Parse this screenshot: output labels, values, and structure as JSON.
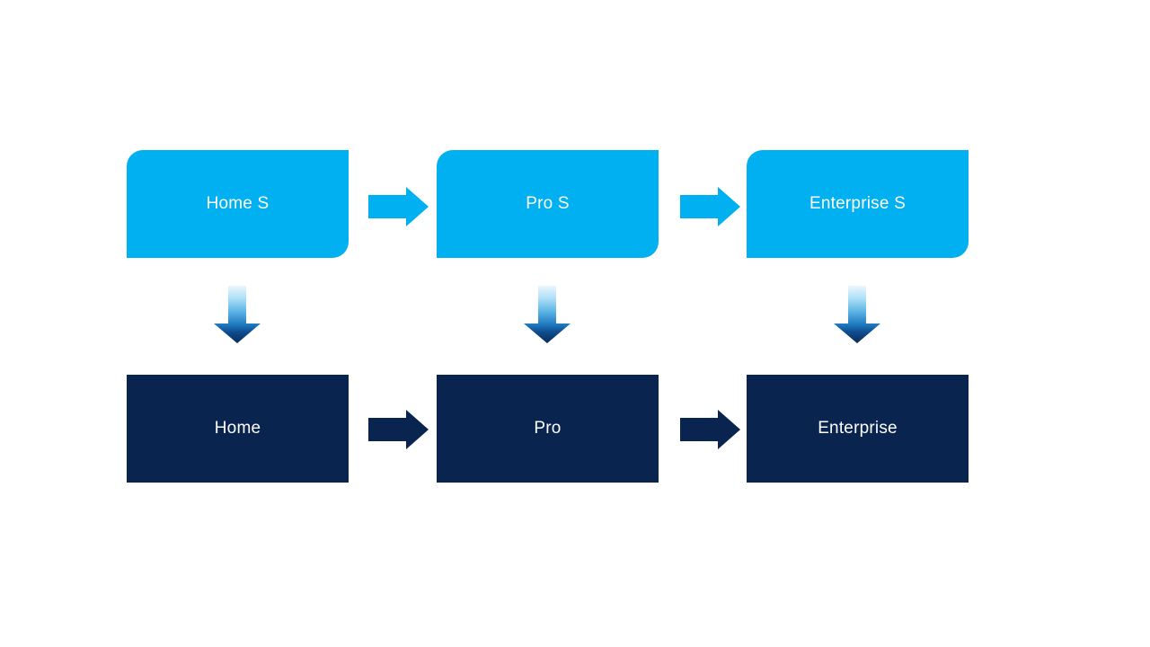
{
  "diagram": {
    "description": "Edition upgrade flow diagram with two rows of boxes connected by arrows",
    "columns": [
      {
        "id": "home",
        "top_label": "Home S",
        "bottom_label": "Home"
      },
      {
        "id": "pro",
        "top_label": "Pro S",
        "bottom_label": "Pro"
      },
      {
        "id": "enterprise",
        "top_label": "Enterprise S",
        "bottom_label": "Enterprise"
      }
    ],
    "colors": {
      "background": "#FFFFFF",
      "top_box_fill": "#00B0F0",
      "bottom_box_fill": "#0A2450",
      "top_arrow_fill": "#00B0F0",
      "bottom_arrow_fill": "#0A2450",
      "down_arrow_gradient_start": "#EBF7FE",
      "down_arrow_gradient_end": "#0A2B57",
      "text_color": "#FFFFFF"
    }
  }
}
